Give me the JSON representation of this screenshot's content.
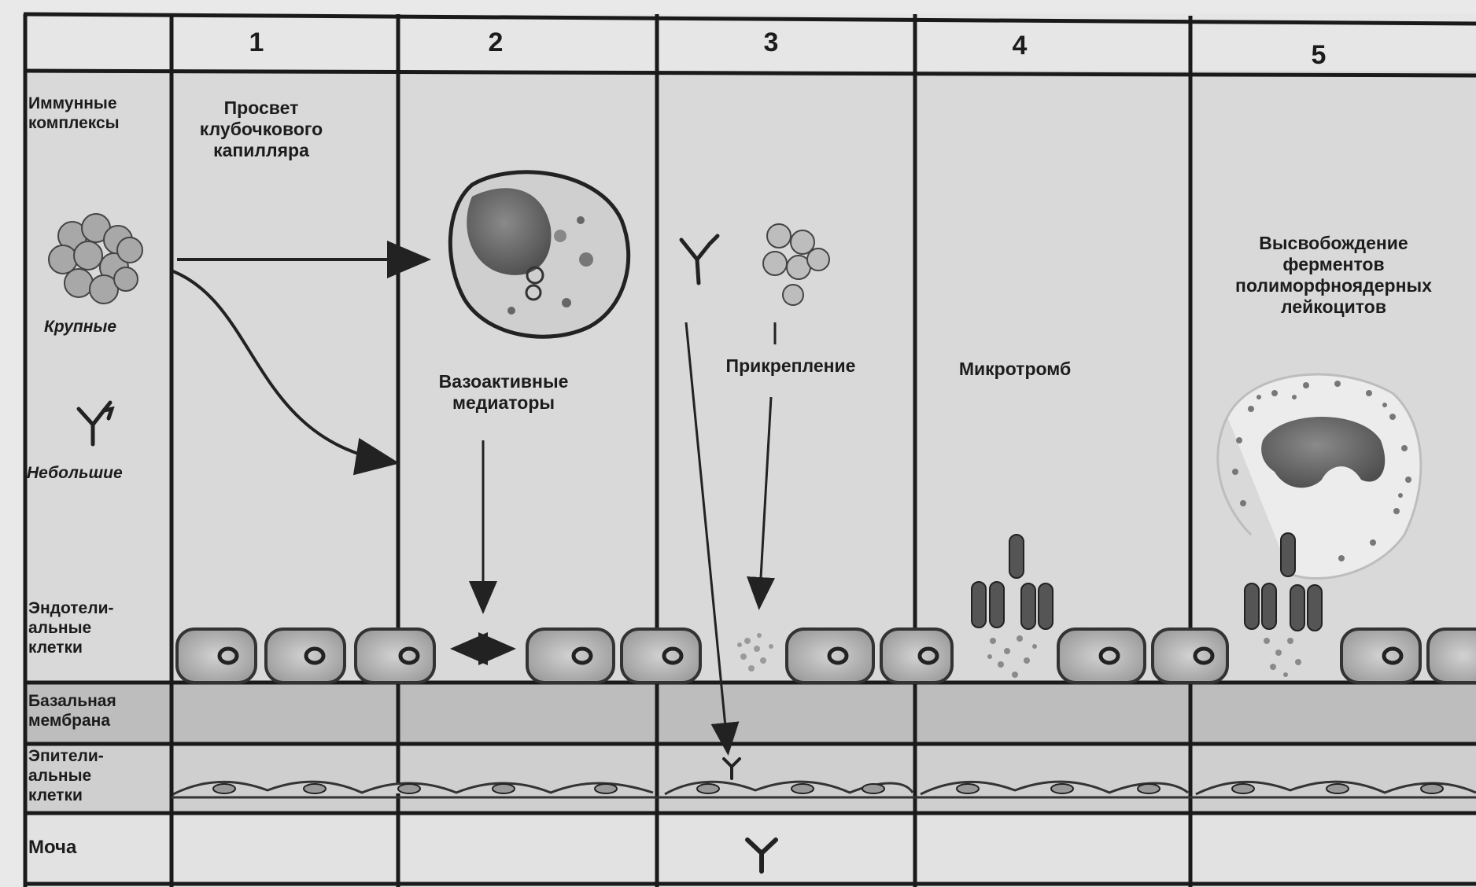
{
  "columns": [
    "1",
    "2",
    "3",
    "4",
    "5"
  ],
  "rows": {
    "immune_complexes": "Иммунные\nкомплексы",
    "large": "Крупные",
    "small": "Небольшие",
    "endothelial": "Эндотели-\nальные\nклетки",
    "basement": "Базальная\nмембрана",
    "epithelial": "Эпители-\nальные\nклетки",
    "urine": "Моча"
  },
  "annotations": {
    "lumen": "Просвет\nклубочкового\nкапилляра",
    "vasoactive": "Вазоактивные\nмедиаторы",
    "attachment": "Прикрепление",
    "microthrombus": "Микротромб",
    "release": "Высвобождение\nферментов\nполиморфноядерных\nлейкоцитов"
  }
}
